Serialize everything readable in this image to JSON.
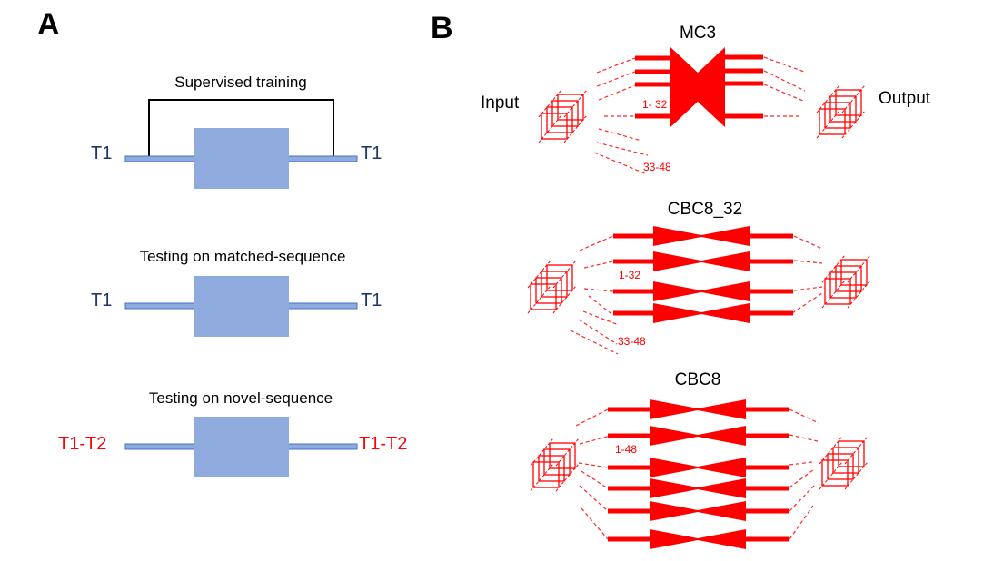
{
  "panels": {
    "a": {
      "letter": "A",
      "rows": [
        {
          "caption": "Supervised training",
          "input_label": "T1",
          "output_label": "T1",
          "label_color": "#1f3864",
          "has_feedback_loop": true
        },
        {
          "caption": "Testing on matched-sequence",
          "input_label": "T1",
          "output_label": "T1",
          "label_color": "#1f3864",
          "has_feedback_loop": false
        },
        {
          "caption": "Testing on novel-sequence",
          "input_label": "T1-T2",
          "output_label": "T1-T2",
          "label_color": "#ff0000",
          "has_feedback_loop": false
        }
      ],
      "box_color": "#8faadc",
      "bar_color": "#8faadc",
      "bar_border": "#4472c4"
    },
    "b": {
      "letter": "B",
      "input_label": "Input",
      "output_label": "Output",
      "accent_color": "#ff0000",
      "models": [
        {
          "name": "MC3",
          "range_main": "1- 32",
          "range_extra": "33-48",
          "branches": 4
        },
        {
          "name": "CBC8_32",
          "range_main": "1-32",
          "range_extra": "33-48",
          "branches": 4
        },
        {
          "name": "CBC8",
          "range_main": "1-48",
          "range_extra": "",
          "branches": 6
        }
      ]
    }
  }
}
